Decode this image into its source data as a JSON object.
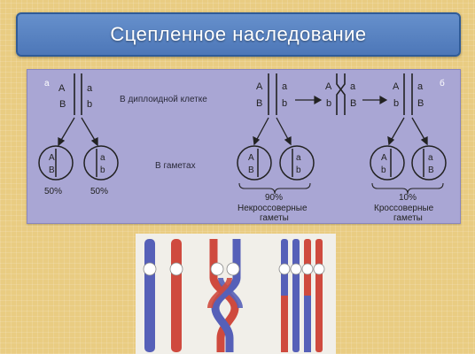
{
  "title": "Сцепленное наследование",
  "panel": {
    "letter_a": "а",
    "letter_b": "б",
    "diploid_label": "В диплоидной клетке",
    "gamete_label": "В гаметах",
    "pct_left_1": "50%",
    "pct_left_2": "50%",
    "pct_noncross": "90%",
    "noncross_label_1": "Некроссоверные",
    "noncross_label_2": "гаметы",
    "pct_cross": "10%",
    "cross_label_1": "Кроссоверные",
    "cross_label_2": "гаметы",
    "allele_A": "A",
    "allele_a": "a",
    "allele_B": "B",
    "allele_b": "b"
  },
  "colors": {
    "background": "#e9cc82",
    "title_bar": "#5a83c2",
    "panel": "#a9a6d4",
    "chromosome_blue": "#5660b8",
    "chromosome_red": "#cf4a3e"
  }
}
